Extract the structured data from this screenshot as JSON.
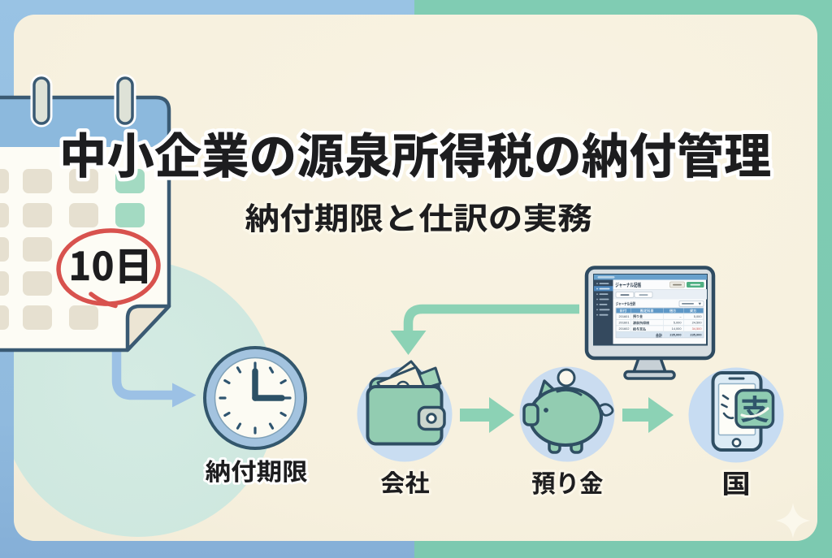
{
  "page": {
    "title": "中小企業の源泉所得税の納付管理",
    "subtitle": "納付期限と仕訳の実務"
  },
  "calendar": {
    "date_label": "10日"
  },
  "flow": {
    "steps": [
      {
        "id": "deadline",
        "label": "納付期限",
        "icon": "clock"
      },
      {
        "id": "company",
        "label": "会社",
        "icon": "wallet"
      },
      {
        "id": "deposit",
        "label": "預り金",
        "icon": "piggy-bank"
      },
      {
        "id": "country",
        "label": "国",
        "icon": "payment-phone"
      }
    ]
  },
  "phone": {
    "badge_glyph": "支"
  },
  "monitor": {
    "app_title": "ジャーナル記帳",
    "section_title": "ジャーナル仕訳",
    "table": {
      "columns": [
        "日付",
        "勘定科目",
        "借方",
        "貸方"
      ],
      "rows": [
        {
          "date": "201601",
          "account": "預り金",
          "debit": "–",
          "credit": "5,000"
        },
        {
          "date": "201601",
          "account": "源泉所得税",
          "debit": "5,000",
          "credit": "24,500"
        },
        {
          "date": "201602",
          "account": "給与支払",
          "debit": "14,000",
          "credit": "34,500"
        }
      ],
      "total_label": "合計",
      "total_debit": "235,000",
      "total_credit": "235,000"
    }
  },
  "colors": {
    "background_left": "#93bedf",
    "background_right": "#7ecbb2",
    "card": "#f7f1df",
    "teal_circle": "#cfe8df",
    "mint": "#92ccb1",
    "mint_arrow": "#8cd2b5",
    "blue_arrow": "#9cc1e5",
    "outline": "#2f4e63",
    "red_accent": "#d8524e",
    "text": "#1d1d1f"
  }
}
